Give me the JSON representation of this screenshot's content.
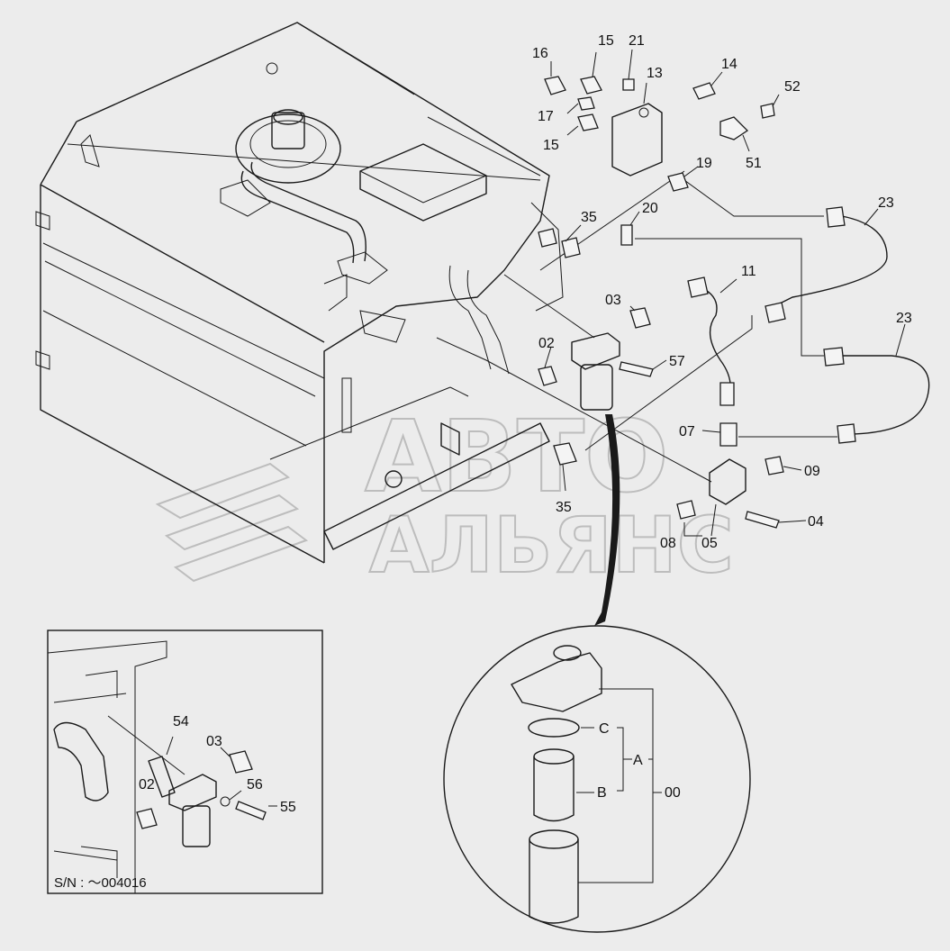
{
  "watermark": {
    "line1": "АВТО",
    "line2": "АЛЬЯНС"
  },
  "inset": {
    "serial": "S/N :  ～004016"
  },
  "labels": {
    "p16": "16",
    "p15a": "15",
    "p21": "21",
    "p13": "13",
    "p14": "14",
    "p52": "52",
    "p17": "17",
    "p15b": "15",
    "p51": "51",
    "p19": "19",
    "p23a": "23",
    "p35a": "35",
    "p20": "20",
    "p11": "11",
    "p03": "03",
    "p23b": "23",
    "p02": "02",
    "p57": "57",
    "p07": "07",
    "p09": "09",
    "p35b": "35",
    "p04": "04",
    "p08": "08",
    "p05": "05",
    "p54": "54",
    "p03i": "03",
    "p56": "56",
    "p02i": "02",
    "p55": "55",
    "pC": "C",
    "pA": "A",
    "pB": "B",
    "p00": "00"
  }
}
